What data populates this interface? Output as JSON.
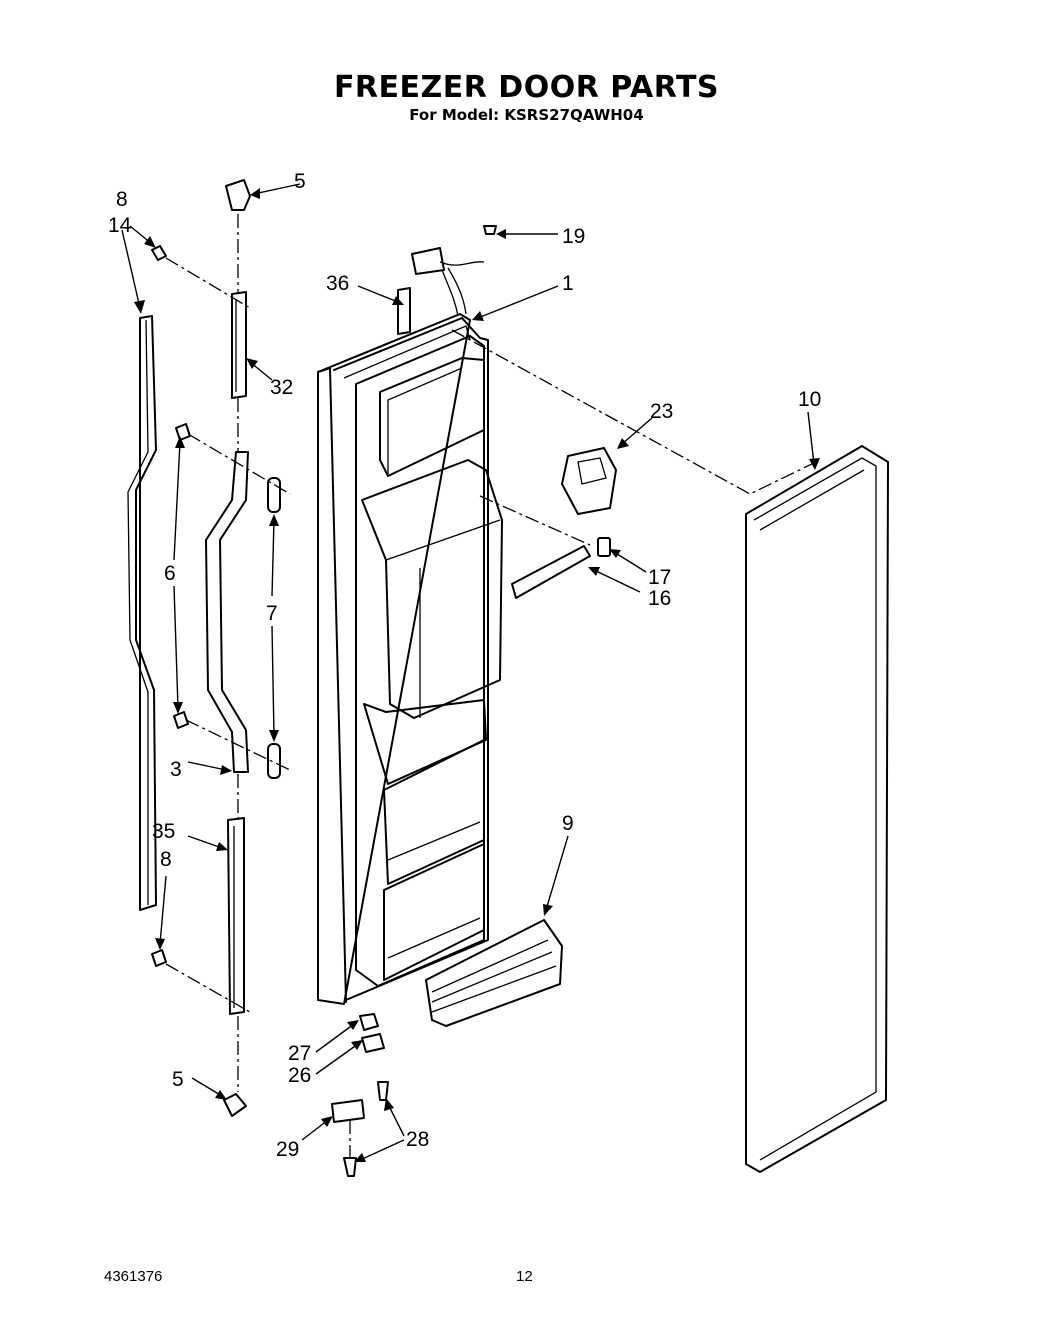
{
  "header": {
    "title": "FREEZER DOOR PARTS",
    "subtitle": "For Model: KSRS27QAWH04"
  },
  "footer": {
    "doc_number": "4361376",
    "page_number": "12"
  },
  "callouts": {
    "c5_top": "5",
    "c8_top": "8",
    "c14": "14",
    "c19": "19",
    "c36": "36",
    "c1": "1",
    "c32": "32",
    "c10": "10",
    "c23": "23",
    "c6": "6",
    "c7": "7",
    "c17": "17",
    "c16": "16",
    "c3": "3",
    "c35": "35",
    "c8_bottom": "8",
    "c9": "9",
    "c27": "27",
    "c26": "26",
    "c5_bottom": "5",
    "c29": "29",
    "c28": "28"
  }
}
